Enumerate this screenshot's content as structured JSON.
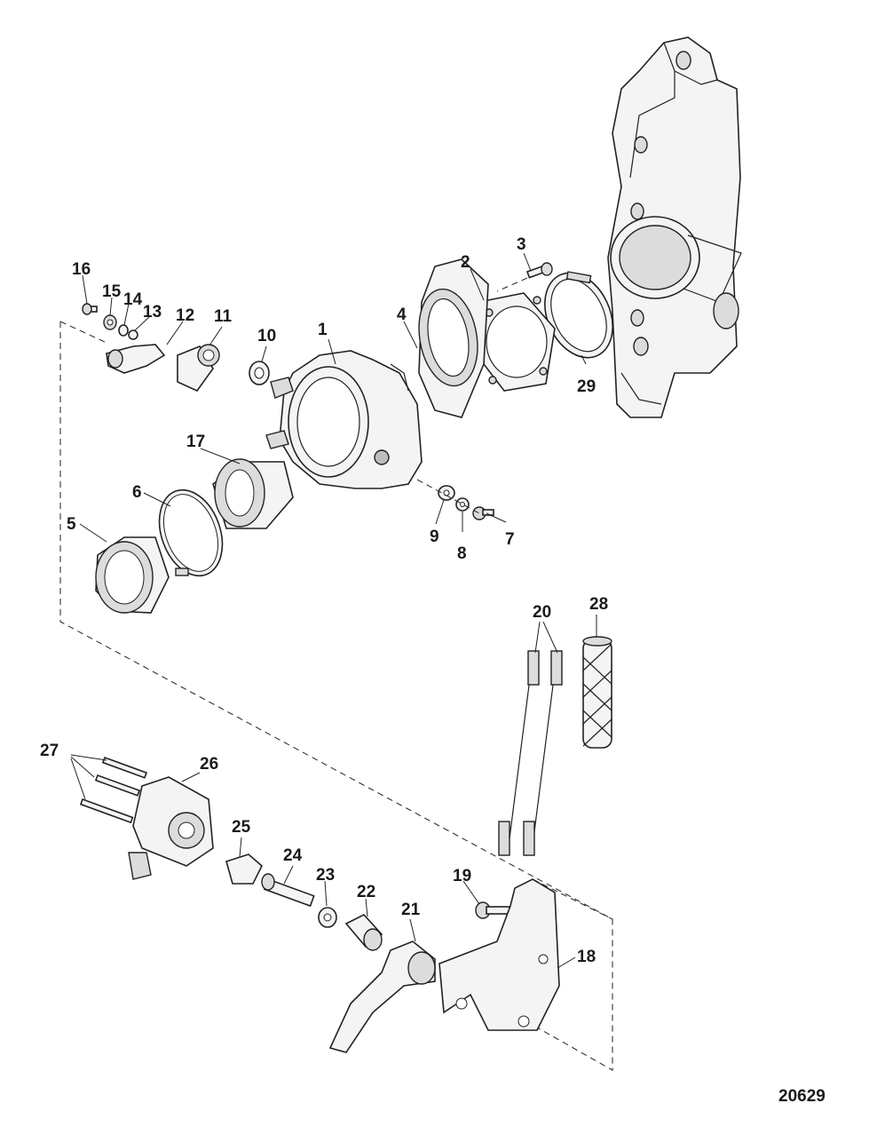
{
  "diagram": {
    "figure_id": "20629",
    "callouts": {
      "c1": "1",
      "c2": "2",
      "c3": "3",
      "c4": "4",
      "c5": "5",
      "c6": "6",
      "c7": "7",
      "c8": "8",
      "c9": "9",
      "c10": "10",
      "c11": "11",
      "c12": "12",
      "c13": "13",
      "c14": "14",
      "c15": "15",
      "c16": "16",
      "c17": "17",
      "c18": "18",
      "c19": "19",
      "c20": "20",
      "c21": "21",
      "c22": "22",
      "c23": "23",
      "c24": "24",
      "c25": "25",
      "c26": "26",
      "c27": "27",
      "c28": "28",
      "c29": "29"
    }
  }
}
